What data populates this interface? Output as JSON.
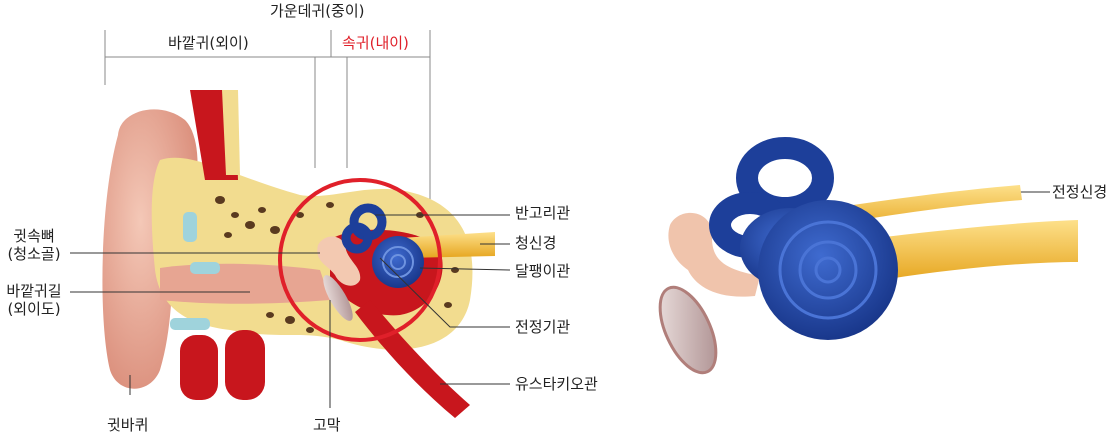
{
  "header": {
    "middle_ear": "가운데귀(중이)",
    "outer_ear": "바깥귀(외이)",
    "inner_ear": "속귀(내이)"
  },
  "labels": {
    "ossicles_line1": "귓속뼈",
    "ossicles_line2": "(청소골)",
    "ear_canal_line1": "바깥귀길",
    "ear_canal_line2": "(외이도)",
    "pinna": "귓바퀴",
    "eardrum": "고막",
    "semicircular_canals": "반고리관",
    "cochlear_nerve": "청신경",
    "cochlea": "달팽이관",
    "vestibule": "전정기관",
    "eustachian_tube": "유스타키오관",
    "vestibular_nerve": "전정신경"
  },
  "colors": {
    "skin": "#e7a592",
    "skin_dark": "#c96e5c",
    "bone": "#f2dc8f",
    "bone_spots": "#5a3a1f",
    "blue": "#1d3f9a",
    "blue_light": "#3a64c8",
    "nerve": "#f3c43b",
    "red_vessel": "#c8161d",
    "highlight_circle": "#e0202a",
    "fluid": "#9fd3dc"
  }
}
